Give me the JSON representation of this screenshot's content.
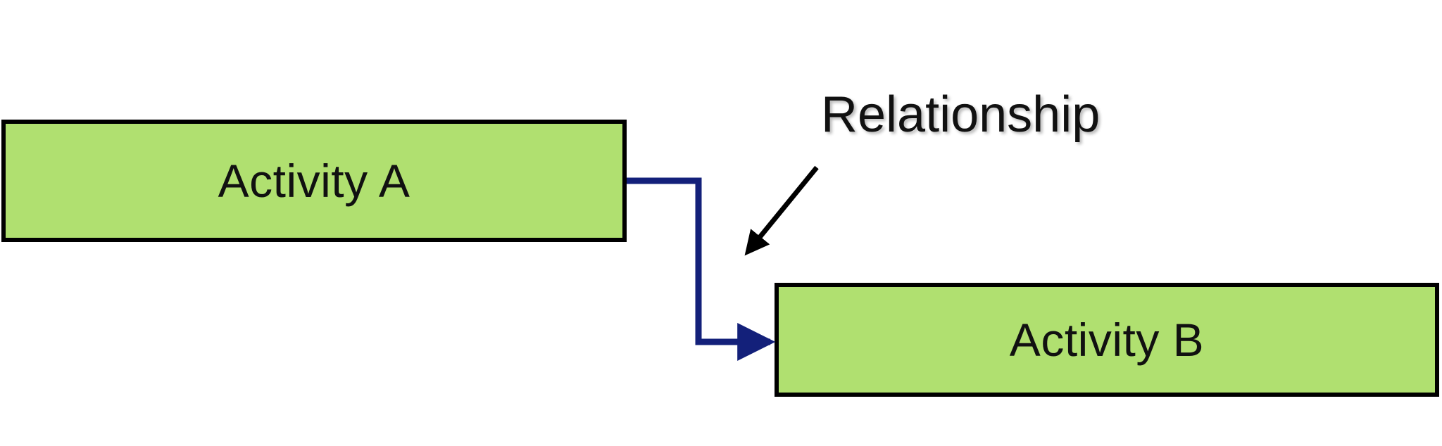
{
  "activity_a": {
    "label": "Activity A",
    "fill": "#b0e070"
  },
  "activity_b": {
    "label": "Activity B",
    "fill": "#b0e070"
  },
  "relationship": {
    "label": "Relationship",
    "connector_color": "#13207a",
    "pointer_color": "#000000"
  }
}
